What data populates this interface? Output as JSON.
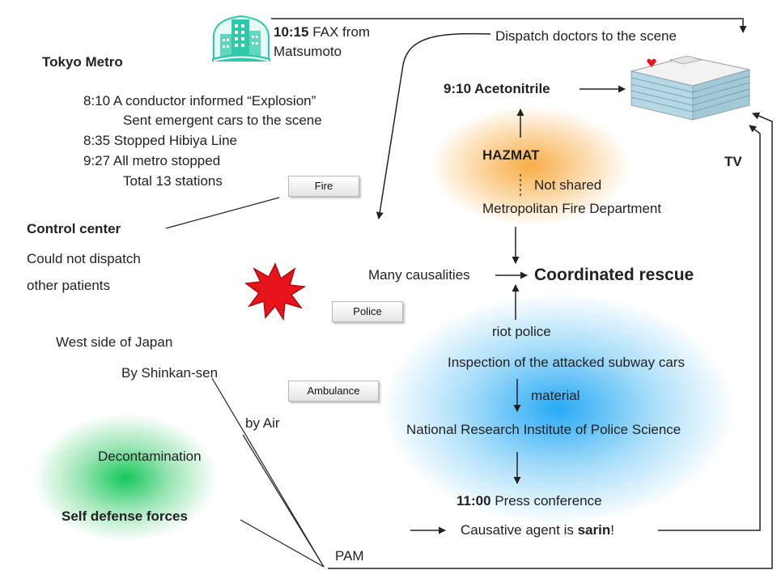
{
  "fax": {
    "time": "10:15",
    "text": " FAX from",
    "from": "Matsumoto"
  },
  "dispatch_doctors": "Dispatch doctors to the scene",
  "tokyo_metro": {
    "title": "Tokyo Metro",
    "lines": [
      "8:10 A conductor informed “Explosion”",
      "Sent emergent cars to the scene",
      "8:35 Stopped Hibiya Line",
      "9:27 All metro stopped",
      "Total 13 stations"
    ]
  },
  "acetonitrile": "9:10 Acetonitrile",
  "hazmat": "HAZMAT",
  "not_shared": "Not shared",
  "tv": "TV",
  "fire_department": "Metropolitan Fire Department",
  "tags": {
    "fire": "Fire",
    "police": "Police",
    "ambulance": "Ambulance"
  },
  "control_center": {
    "title": "Control center",
    "line1": "Could not dispatch",
    "line2": "other patients"
  },
  "many_casualities": "Many causalities",
  "coordinated_rescue": "Coordinated rescue",
  "riot_police": "riot police",
  "inspection": "Inspection of the attacked subway cars",
  "material": "material",
  "research_institute": "National Research Institute of Police Science",
  "west_japan": "West side of Japan",
  "shinkansen": "By Shinkan-sen",
  "by_air": "by Air",
  "decontamination": "Decontamination",
  "self_defense": "Self defense forces",
  "press_conference": {
    "time": "11:00",
    "text": " Press conference"
  },
  "causative": {
    "prefix": "Causative agent is ",
    "agent": "sarin",
    "suffix": "!"
  },
  "pam": "PAM",
  "colors": {
    "hazmat_glow": "#f7a93c",
    "police_glow": "#4fb4f0",
    "sdf_glow": "#22c35a",
    "explosion": "#e8141c",
    "hospital_icon": "#2fc8a8"
  }
}
